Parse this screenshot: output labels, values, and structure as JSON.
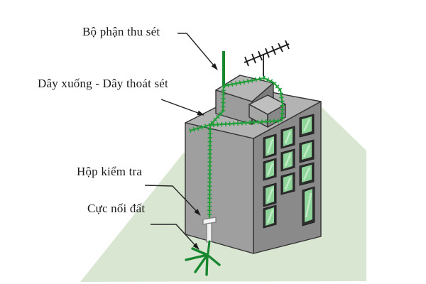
{
  "figure": {
    "type": "lightning-protection-system-diagram",
    "labels": {
      "air_terminal": "Bộ phận thu sét",
      "down_conductor": "Dây xuống - Dây thoát sét",
      "inspection_box": "Hộp kiểm tra",
      "ground_electrode": "Cực nối đất"
    },
    "colors": {
      "background": "#ffffff",
      "ground_green": "#d9e7d2",
      "conductor_green": "#1f9e38",
      "rod_green": "#17862f",
      "building_left_face": "#9f9f9f",
      "building_right_face": "#8a8a8a",
      "building_roof": "#b3b3b3",
      "window_glass": "#8fd59b",
      "window_frame": "#2e2e2e",
      "arrow_color": "#1c1c1c",
      "text": "#1a1a1a"
    }
  }
}
